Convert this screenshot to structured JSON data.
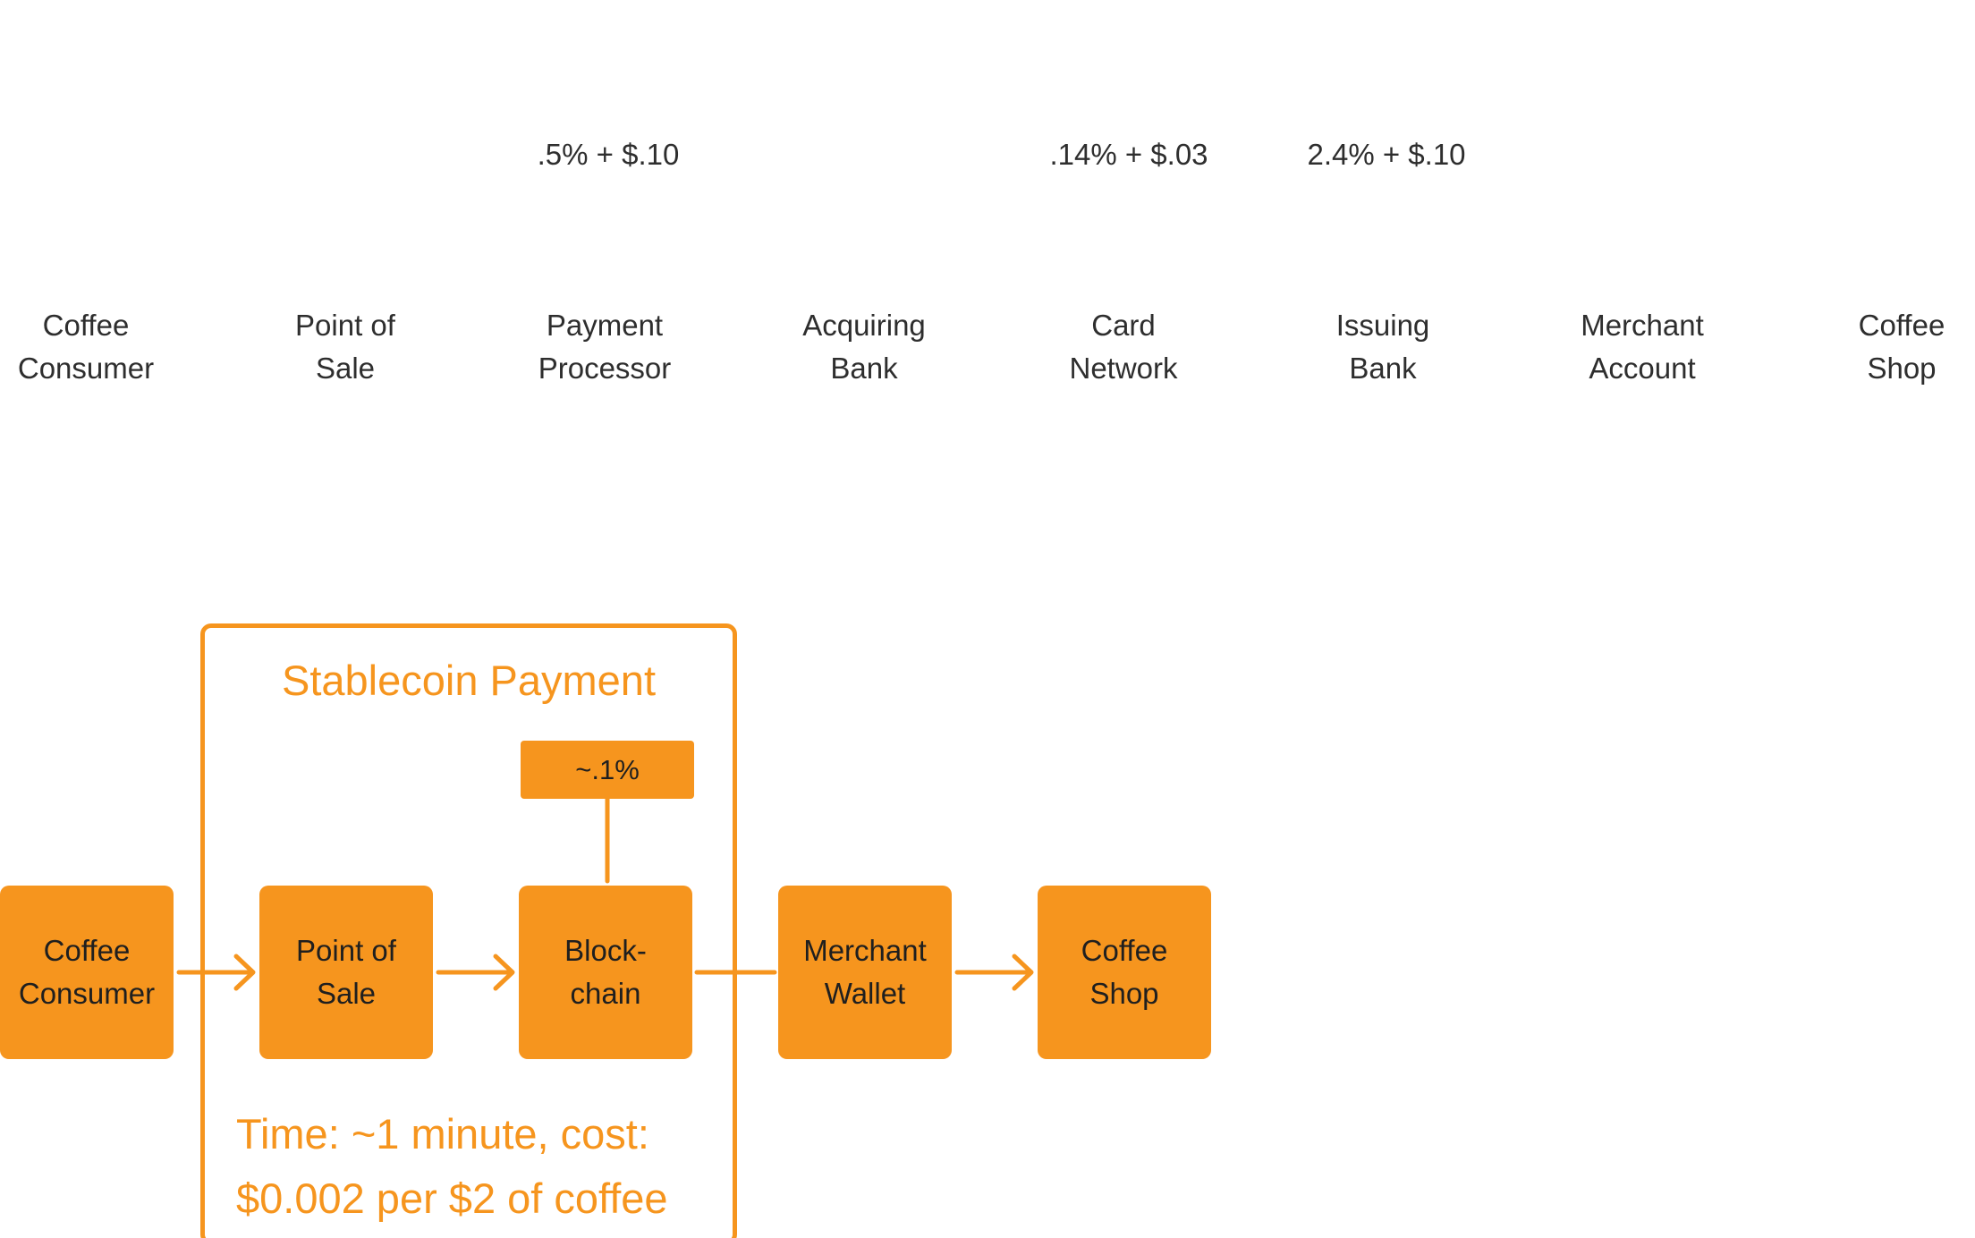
{
  "fees": [
    {
      "id": "payment-processor-fee",
      "text": ".5% + $.10"
    },
    {
      "id": "card-network-fee",
      "text": ".14% + $.03"
    },
    {
      "id": "issuing-bank-fee",
      "text": "2.4% + $.10"
    }
  ],
  "top_flow": [
    {
      "line1": "Coffee",
      "line2": "Consumer"
    },
    {
      "line1": "Point of",
      "line2": "Sale"
    },
    {
      "line1": "Payment",
      "line2": "Processor"
    },
    {
      "line1": "Acquiring",
      "line2": "Bank"
    },
    {
      "line1": "Card",
      "line2": "Network"
    },
    {
      "line1": "Issuing",
      "line2": "Bank"
    },
    {
      "line1": "Merchant",
      "line2": "Account"
    },
    {
      "line1": "Coffee",
      "line2": "Shop"
    }
  ],
  "stablecoin": {
    "title": "Stablecoin Payment",
    "fee": "~.1%",
    "note_line1": "Time: ~1 minute, cost:",
    "note_line2": "$0.002 per $2 of coffee",
    "nodes": [
      {
        "line1": "Coffee",
        "line2": "Consumer"
      },
      {
        "line1": "Point of",
        "line2": "Sale"
      },
      {
        "line1": "Block-",
        "line2": "chain"
      },
      {
        "line1": "Merchant",
        "line2": "Wallet"
      },
      {
        "line1": "Coffee",
        "line2": "Shop"
      }
    ]
  },
  "colors": {
    "accent": "#f6951e",
    "text": "#2e2e2e"
  }
}
